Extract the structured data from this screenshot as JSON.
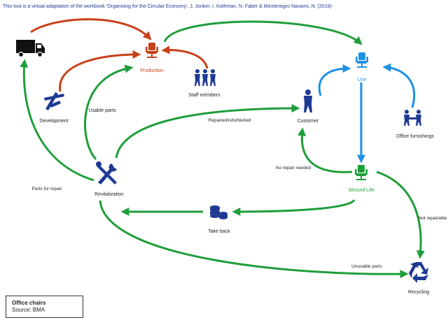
{
  "header": {
    "text": "This tool is a virtual adaptation of the workbook 'Organising for the Circular Economy', J. Jonker, I. Kothman, N. Faber & Montenegro Navarro, N. (2018)"
  },
  "colors": {
    "green": "#1e9e3a",
    "orange": "#c8401a",
    "blue": "#1e90e6",
    "navy": "#1f3a93",
    "black": "#111111"
  },
  "nodes": {
    "production": "Production",
    "staff_members": "Staff members",
    "use": "Use",
    "development": "Development",
    "usable_parts": "Usable parts",
    "customer": "Customer",
    "office_furnishings": "Office furnishings",
    "revitalization": "Revitalization",
    "second_life": "Second Life",
    "take_back": "Take back",
    "recycling": "Recycling"
  },
  "edge_labels": {
    "repaired_refurbished": "Repaired/refurbished",
    "no_repair_needed": "No repair needed",
    "parts_for_repair": "Parts for repair",
    "not_repairable": "Not repairable",
    "unusable_parts": "Unusable parts"
  },
  "icons": {
    "truck": "truck-icon",
    "chair": "office-chair-icon",
    "staff": "people-group-icon",
    "development": "design-tools-icon",
    "customer": "person-icon",
    "office_furnishings": "handshake-people-icon",
    "revitalization": "wrench-screwdriver-icon",
    "take_back": "coin-stack-icon",
    "recycling": "recycle-icon"
  },
  "legend": {
    "title": "Office chairs",
    "source": "Source: BMA"
  }
}
